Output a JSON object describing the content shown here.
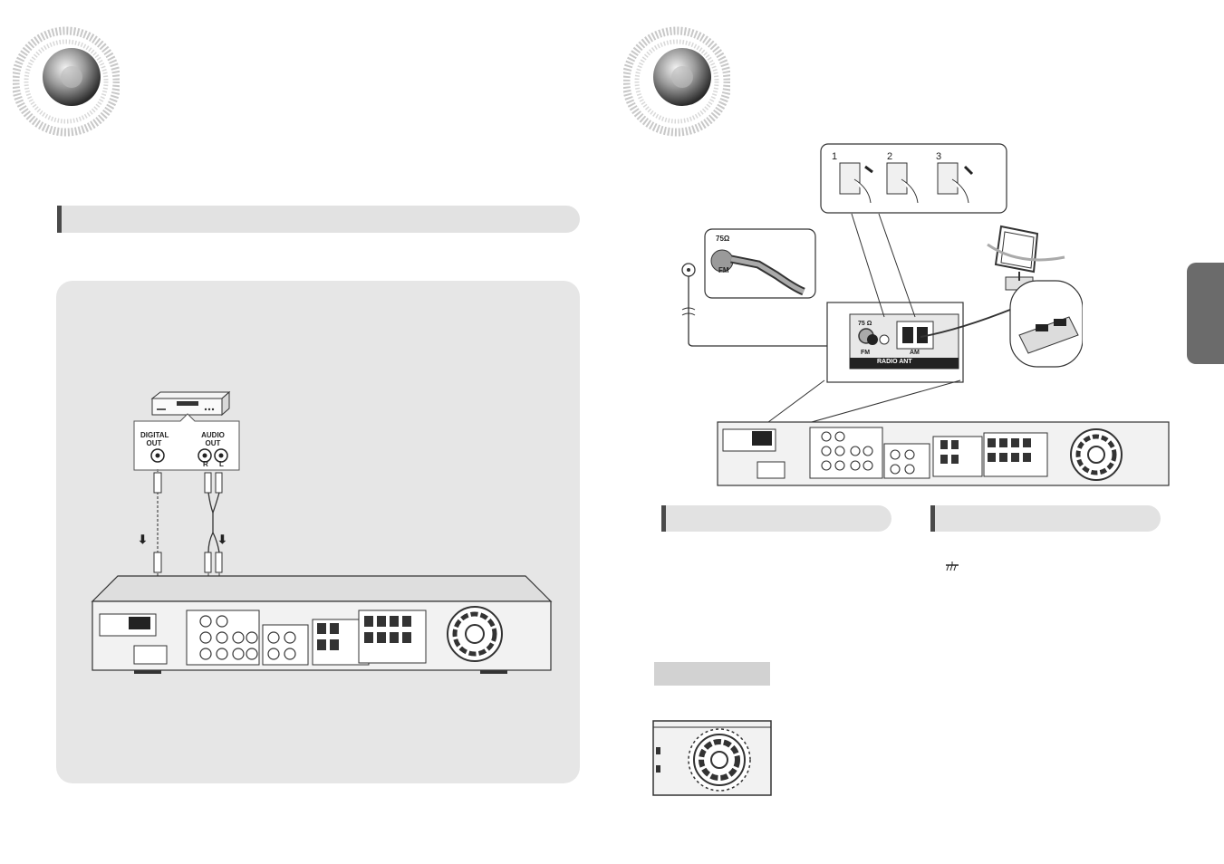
{
  "left_page": {
    "device_labels": {
      "digital_out": [
        "DIGITAL",
        "OUT"
      ],
      "audio_out": [
        "AUDIO",
        "OUT"
      ],
      "audio_channels": [
        "R",
        "L"
      ]
    }
  },
  "right_page": {
    "steps": [
      "1",
      "2",
      "3"
    ],
    "fm_callout": {
      "impedance": "75Ω",
      "band": "FM"
    },
    "antenna_panel": {
      "fm_impedance": "75 Ω",
      "fm_label": "FM",
      "am_label": "AM",
      "section_label": "RADIO ANT"
    }
  },
  "colors": {
    "panel": "#e6e6e6",
    "pill": "#e2e2e2",
    "accent_bar": "#4a4a4a",
    "side_tab": "#6b6b6b"
  },
  "icons": [
    "speaker-disc-icon",
    "arrow-down-icon",
    "ground-icon",
    "fan-grille-icon"
  ]
}
